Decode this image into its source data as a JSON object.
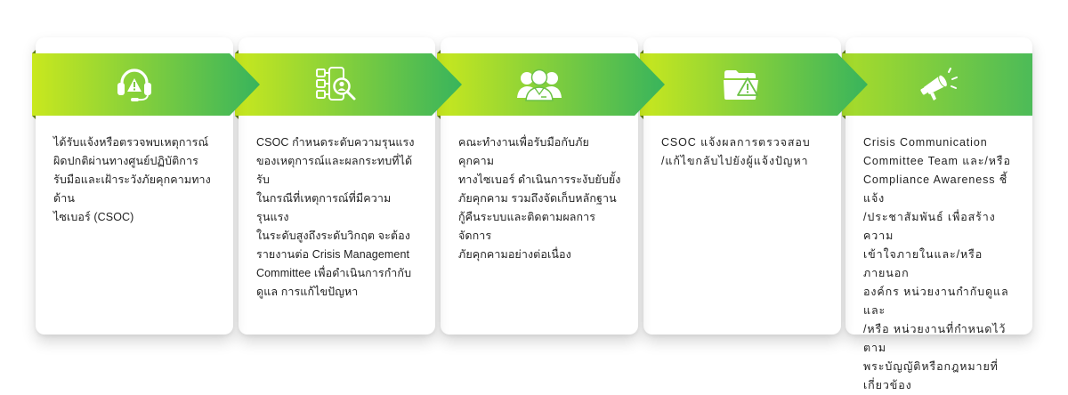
{
  "colors": {
    "gradient_start": "#c9e81e",
    "gradient_end": "#38b45c",
    "fold_shadow": "#5f7a1a",
    "card_bg": "#ffffff",
    "text": "#1f1f1f",
    "icon": "#ffffff"
  },
  "steps": [
    {
      "icon": "headset-warning-icon",
      "description": "ได้รับแจ้งหรือตรวจพบเหตุการณ์\nผิดปกติผ่านทางศูนย์ปฏิบัติการ\nรับมือและเฝ้าระวังภัยคุกคามทางด้าน\nไซเบอร์ (CSOC)"
    },
    {
      "icon": "flowchart-search-icon",
      "description": "CSOC  กำหนดระดับความรุนแรง\nของเหตุการณ์และผลกระทบที่ได้รับ\nในกรณีที่เหตุการณ์ที่มีความรุนแรง\nในระดับสูงถึงระดับวิกฤต  จะต้อง\nรายงานต่อ Crisis Management\nCommittee เพื่อดำเนินการกำกับ\nดูแล การแก้ไขปัญหา"
    },
    {
      "icon": "team-group-icon",
      "description": "คณะทำงานเพื่อรับมือกับภัยคุกคาม\nทางไซเบอร์ ดำเนินการระงับยับยั้ง\nภัยคุกคาม รวมถึงจัดเก็บหลักฐาน\nกู้คืนระบบและติดตามผลการจัดการ\nภัยคุกคามอย่างต่อเนื่อง"
    },
    {
      "icon": "folder-warning-icon",
      "description": "CSOC  แจ้งผลการตรวจสอบ\n/แก้ไขกลับไปยังผู้แจ้งปัญหา"
    },
    {
      "icon": "megaphone-icon",
      "description": "Crisis Communication\nCommittee Team และ/หรือ\nCompliance Awareness ชี้แจ้ง\n/ประชาสัมพันธ์ เพื่อสร้างความ\nเข้าใจภายในและ/หรือภายนอก\nองค์กร หน่วยงานกำกับดูแล และ\n/หรือ หน่วยงานที่กำหนดไว้ ตาม\nพระบัญญัติหรือกฎหมายที่\nเกี่ยวข้อง"
    }
  ]
}
